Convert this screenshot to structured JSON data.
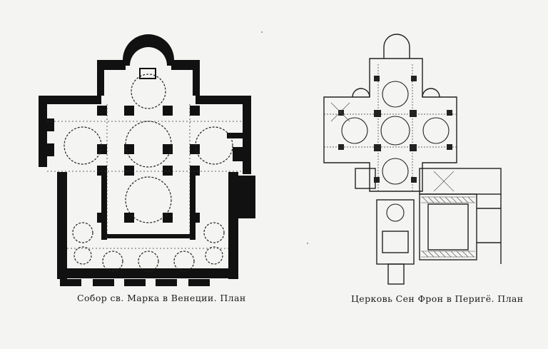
{
  "figures": [
    {
      "id": "left",
      "caption": "Собор св. Марка в Венеции. План",
      "image_alt": "Floor plan of St Mark's Basilica"
    },
    {
      "id": "right",
      "caption": "Церковь Сен Фрон в Перигё. План",
      "image_alt": "Floor plan of Saint-Front church"
    }
  ]
}
